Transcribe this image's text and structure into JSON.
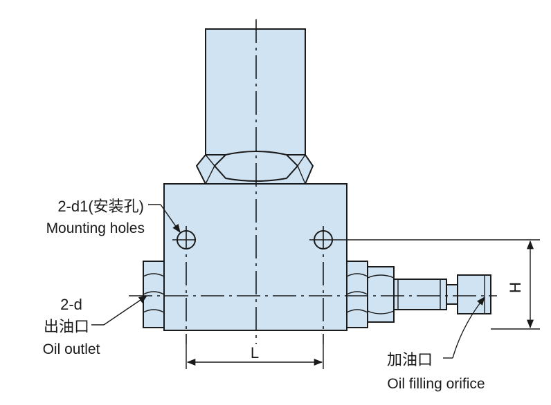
{
  "labels": {
    "mounting_holes_code": "2-d1(安装孔)",
    "mounting_holes_en": "Mounting holes",
    "oil_outlet_code": "2-d",
    "oil_outlet_cn": "出油口",
    "oil_outlet_en": "Oil outlet",
    "oil_filling_cn": "加油口",
    "oil_filling_en": "Oil filling orifice",
    "dim_L": "L",
    "dim_H": "H"
  },
  "colors": {
    "part_fill": "#cfe3f3",
    "line": "#1a1a1a"
  }
}
